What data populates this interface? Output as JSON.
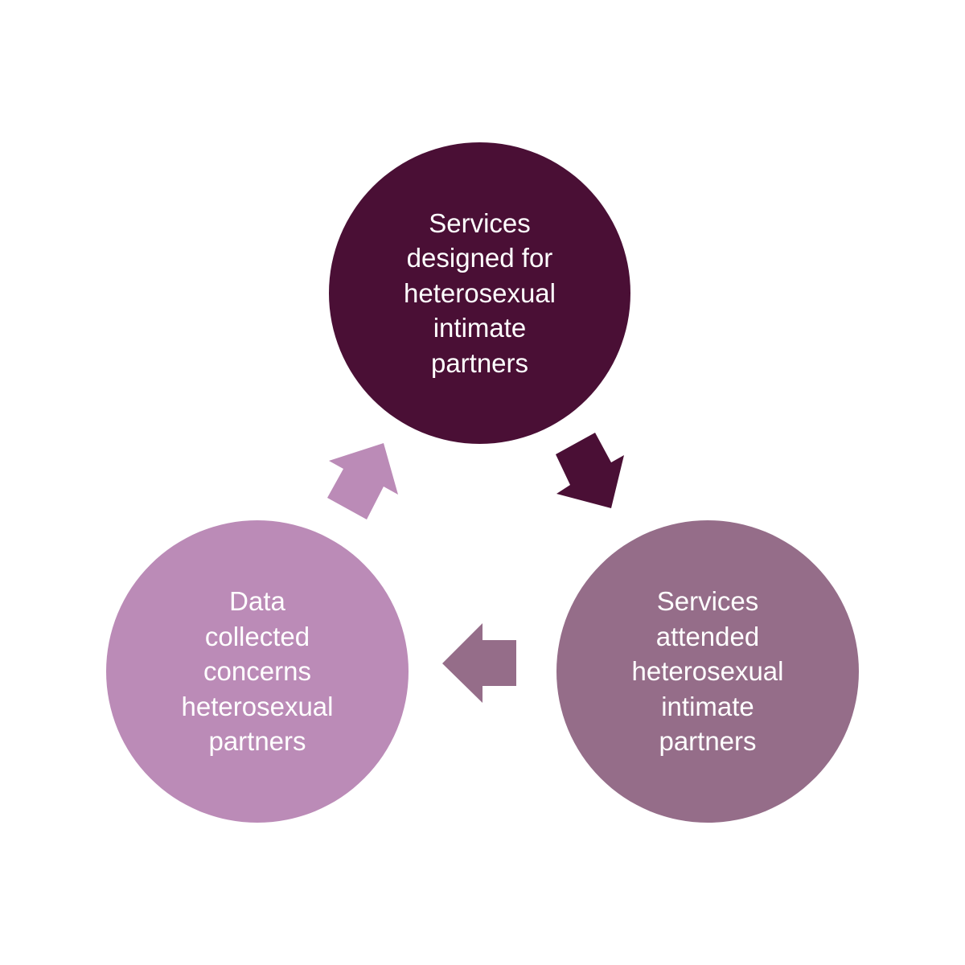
{
  "diagram": {
    "type": "cycle",
    "colors": {
      "background": "#ffffff",
      "dark": "#4a0f35",
      "medium": "#956d89",
      "light": "#bb8bb7",
      "text": "#ffffff"
    },
    "nodes": [
      {
        "id": "top",
        "label": "Services\ndesigned for\nheterosexual\nintimate\npartners",
        "color_key": "dark"
      },
      {
        "id": "right",
        "label": "Services\nattended\nheterosexual\nintimate\npartners",
        "color_key": "medium"
      },
      {
        "id": "left",
        "label": "Data\ncollected\nconcerns\nheterosexual\npartners",
        "color_key": "light"
      }
    ],
    "edges": [
      {
        "from": "top",
        "to": "right",
        "color_key": "dark"
      },
      {
        "from": "right",
        "to": "left",
        "color_key": "medium"
      },
      {
        "from": "left",
        "to": "top",
        "color_key": "light"
      }
    ]
  }
}
